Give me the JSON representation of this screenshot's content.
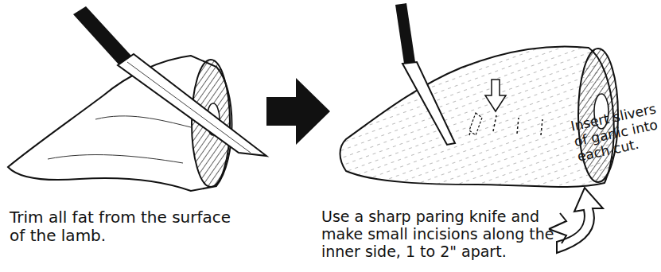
{
  "diagram": {
    "labels": [
      "Trim all fat from the surface of the lamb.",
      "Use a sharp paring knife and make small incisions along the inner side, 1 to 2\" apart.",
      "Insert slivers of garlic into each cut."
    ]
  }
}
